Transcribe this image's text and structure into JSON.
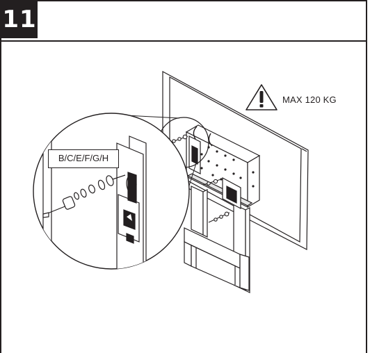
{
  "step": {
    "number": "11"
  },
  "warning": {
    "text": "MAX 120 KG",
    "icon": "warning-triangle-icon"
  },
  "callout": {
    "hardware_label": "B/C/E/F/G/H"
  },
  "colors": {
    "ink": "#231f20",
    "paper": "#ffffff",
    "gray": "#9a9a9a"
  }
}
